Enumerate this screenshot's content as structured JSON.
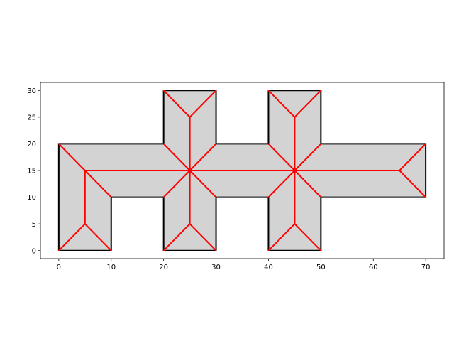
{
  "chart_data": {
    "type": "line",
    "title": "",
    "xlabel": "",
    "ylabel": "",
    "xlim": [
      -3.5,
      73.5
    ],
    "ylim": [
      -1.5,
      31.5
    ],
    "aspect": "equal",
    "grid": false,
    "legend": false,
    "xticks": [
      0,
      10,
      20,
      30,
      40,
      50,
      60,
      70
    ],
    "yticks": [
      0,
      5,
      10,
      15,
      20,
      25,
      30
    ],
    "polygon": {
      "fill": "#d3d3d3",
      "edge_color": "#000000",
      "points": [
        [
          0,
          0
        ],
        [
          10,
          0
        ],
        [
          10,
          10
        ],
        [
          20,
          10
        ],
        [
          20,
          0
        ],
        [
          30,
          0
        ],
        [
          30,
          10
        ],
        [
          40,
          10
        ],
        [
          40,
          0
        ],
        [
          50,
          0
        ],
        [
          50,
          10
        ],
        [
          70,
          10
        ],
        [
          70,
          20
        ],
        [
          50,
          20
        ],
        [
          50,
          30
        ],
        [
          40,
          30
        ],
        [
          40,
          20
        ],
        [
          30,
          20
        ],
        [
          30,
          30
        ],
        [
          20,
          30
        ],
        [
          20,
          20
        ],
        [
          0,
          20
        ]
      ]
    },
    "skeleton": {
      "color": "#ff0000",
      "segments": [
        [
          [
            0,
            0
          ],
          [
            5,
            5
          ]
        ],
        [
          [
            10,
            0
          ],
          [
            5,
            5
          ]
        ],
        [
          [
            5,
            5
          ],
          [
            5,
            15
          ]
        ],
        [
          [
            0,
            20
          ],
          [
            5,
            15
          ]
        ],
        [
          [
            10,
            10
          ],
          [
            5,
            15
          ]
        ],
        [
          [
            5,
            15
          ],
          [
            65,
            15
          ]
        ],
        [
          [
            70,
            20
          ],
          [
            65,
            15
          ]
        ],
        [
          [
            70,
            10
          ],
          [
            65,
            15
          ]
        ],
        [
          [
            20,
            20
          ],
          [
            25,
            15
          ]
        ],
        [
          [
            30,
            20
          ],
          [
            25,
            15
          ]
        ],
        [
          [
            20,
            10
          ],
          [
            25,
            15
          ]
        ],
        [
          [
            30,
            10
          ],
          [
            25,
            15
          ]
        ],
        [
          [
            20,
            30
          ],
          [
            25,
            25
          ]
        ],
        [
          [
            30,
            30
          ],
          [
            25,
            25
          ]
        ],
        [
          [
            25,
            25
          ],
          [
            25,
            5
          ]
        ],
        [
          [
            20,
            0
          ],
          [
            25,
            5
          ]
        ],
        [
          [
            30,
            0
          ],
          [
            25,
            5
          ]
        ],
        [
          [
            40,
            20
          ],
          [
            45,
            15
          ]
        ],
        [
          [
            50,
            20
          ],
          [
            45,
            15
          ]
        ],
        [
          [
            40,
            10
          ],
          [
            45,
            15
          ]
        ],
        [
          [
            50,
            10
          ],
          [
            45,
            15
          ]
        ],
        [
          [
            40,
            30
          ],
          [
            45,
            25
          ]
        ],
        [
          [
            50,
            30
          ],
          [
            45,
            25
          ]
        ],
        [
          [
            45,
            25
          ],
          [
            45,
            5
          ]
        ],
        [
          [
            40,
            0
          ],
          [
            45,
            5
          ]
        ],
        [
          [
            50,
            0
          ],
          [
            45,
            5
          ]
        ]
      ]
    }
  }
}
